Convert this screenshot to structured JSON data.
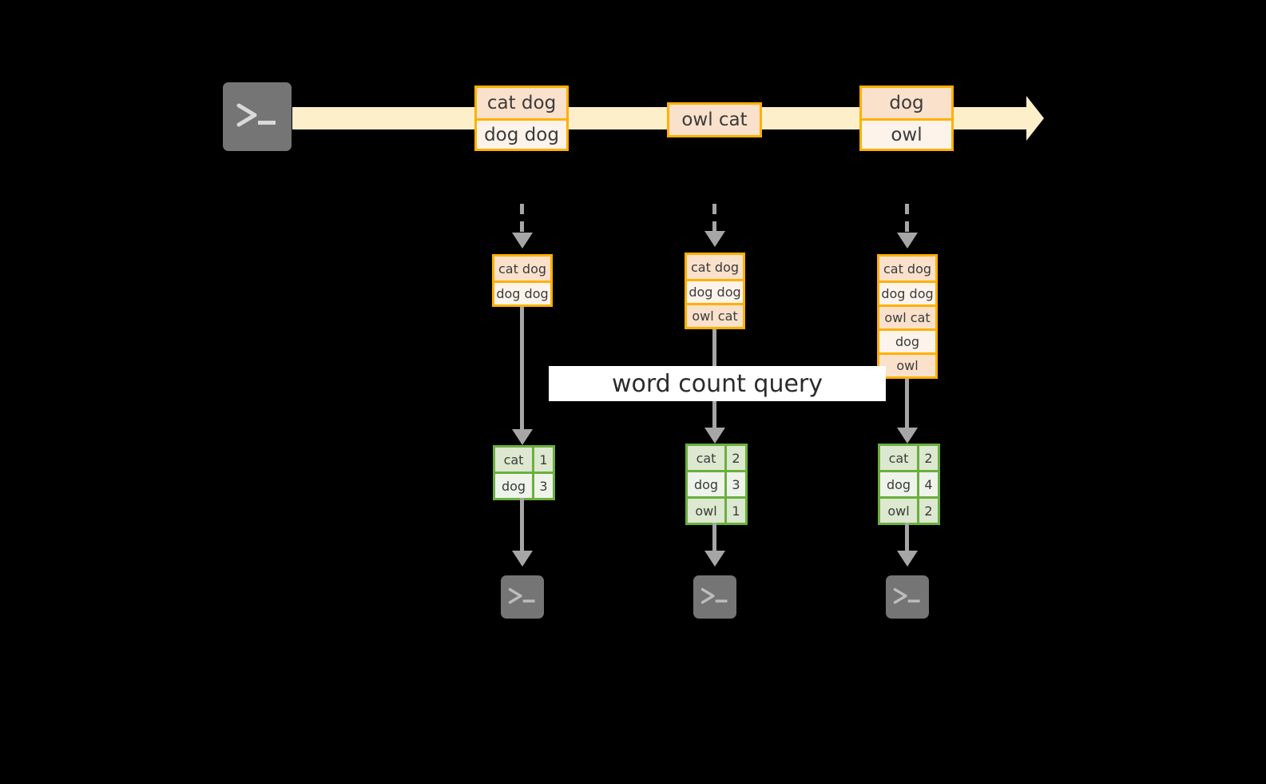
{
  "diagram": {
    "title": "word count query stream diagram",
    "colors": {
      "background": "#000000",
      "stream_band": "#FDEFC9",
      "event_border": "#FFB000",
      "event_fill_dark": "#FAE1CB",
      "event_fill_light": "#FDF3EA",
      "table_border": "#6BAF3E",
      "table_fill_dark": "#DCE8CF",
      "table_fill_light": "#EFF4EA",
      "connector": "#A6A6A6",
      "terminal_body": "#757575",
      "banner_bg": "#FFFFFF"
    }
  },
  "source": {
    "icon": "terminal-icon",
    "prompt": ">_"
  },
  "stream": {
    "events": [
      {
        "id": "event-group-1",
        "lines": [
          "cat dog",
          "dog dog"
        ]
      },
      {
        "id": "event-group-2",
        "lines": [
          "owl cat"
        ]
      },
      {
        "id": "event-group-3",
        "lines": [
          "dog",
          "owl"
        ]
      }
    ]
  },
  "banner": {
    "label": "word count query"
  },
  "snapshots": [
    {
      "id": "snapshot-1",
      "buffer": [
        "cat dog",
        "dog dog"
      ],
      "result": {
        "rows": [
          {
            "word": "cat",
            "count": "1"
          },
          {
            "word": "dog",
            "count": "3"
          }
        ]
      },
      "sink": {
        "icon": "terminal-icon",
        "prompt": ">_"
      }
    },
    {
      "id": "snapshot-2",
      "buffer": [
        "cat dog",
        "dog dog",
        "owl cat"
      ],
      "result": {
        "rows": [
          {
            "word": "cat",
            "count": "2"
          },
          {
            "word": "dog",
            "count": "3"
          },
          {
            "word": "owl",
            "count": "1"
          }
        ]
      },
      "sink": {
        "icon": "terminal-icon",
        "prompt": ">_"
      }
    },
    {
      "id": "snapshot-3",
      "buffer": [
        "cat dog",
        "dog dog",
        "owl cat",
        "dog",
        "owl"
      ],
      "result": {
        "rows": [
          {
            "word": "cat",
            "count": "2"
          },
          {
            "word": "dog",
            "count": "4"
          },
          {
            "word": "owl",
            "count": "2"
          }
        ]
      },
      "sink": {
        "icon": "terminal-icon",
        "prompt": ">_"
      }
    }
  ]
}
